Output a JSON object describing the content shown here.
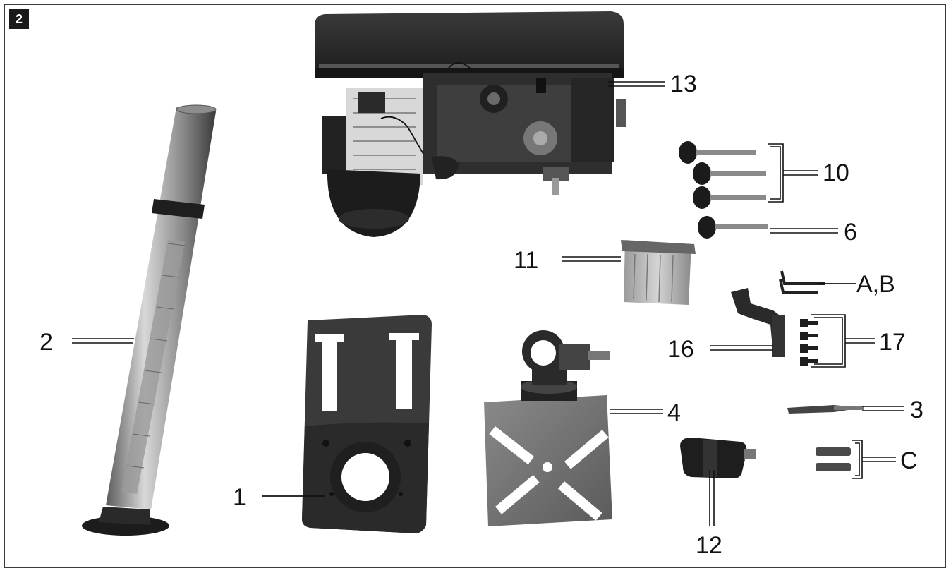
{
  "figure": {
    "number": "2"
  },
  "labels": {
    "base_plate": "1",
    "column": "2",
    "pin": "3",
    "table": "4",
    "knob_single": "6",
    "knobs_group": "10",
    "chuck_guard": "11",
    "chuck": "12",
    "drill_head": "13",
    "bracket": "16",
    "screws_group": "17",
    "hex_keys": "A,B",
    "drift_keys": "C"
  },
  "colors": {
    "ink": "#111111",
    "dark_metal": "#2a2a2a",
    "mid_metal": "#6d6d6d",
    "light_metal": "#bdbdbd",
    "frame": "#3a3a3a"
  }
}
